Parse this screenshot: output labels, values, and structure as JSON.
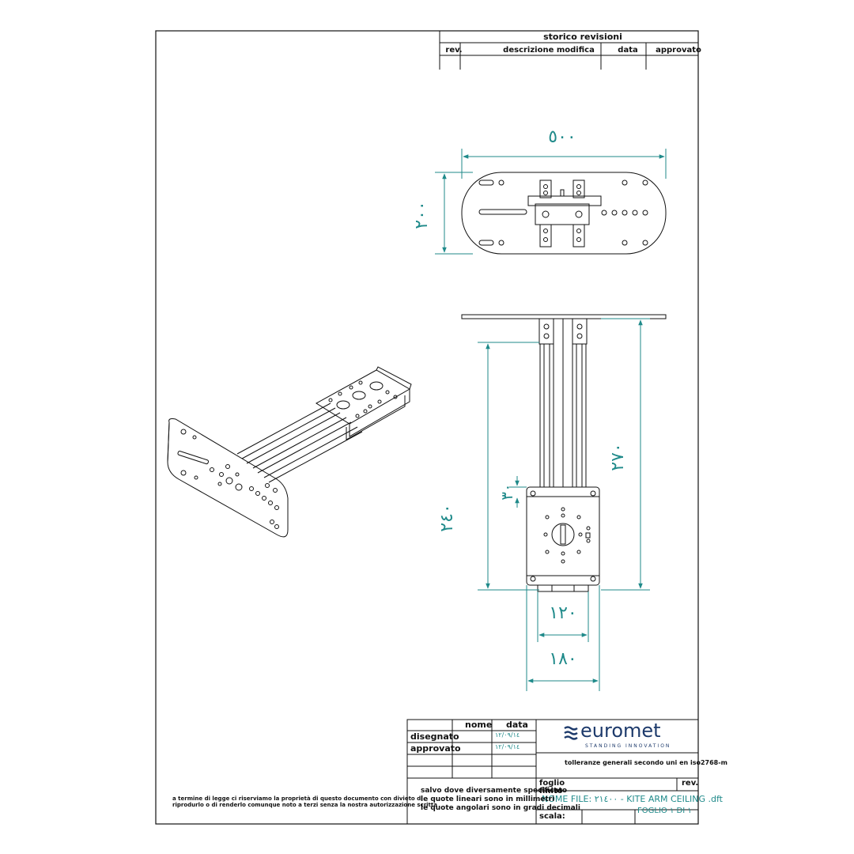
{
  "revision_table": {
    "title": "storico revisioni",
    "col_rev": "rev.",
    "col_description": "descrizione modifica",
    "col_date": "data",
    "col_approved": "approvato"
  },
  "dimensions": {
    "top_width": "٥٠٠",
    "top_height": "٢٠٠",
    "front_total": "٢٧٠",
    "front_inner": "٢٤٠",
    "front_small": "٣٠",
    "bottom_inner": "١٢٠",
    "bottom_outer": "١٨٠"
  },
  "title_block": {
    "hdr_name": "nome",
    "hdr_date": "data",
    "drawn_label": "disegnato",
    "approved_label": "approvato",
    "drawn_date": "١٢/٠٩/١٤",
    "approved_date": "١٢/٠٩/١٤",
    "brand": "euromet",
    "tagline": "STANDING INNOVATION",
    "tolerance_note": "tolleranze generali secondo uni en iso2768-m",
    "foglio_label": "foglio",
    "rev_label": "rev.",
    "file_label": "NOME FILE: ٢١٤٠٠ - KITE ARM CEILING .dft",
    "sheet_number": "FOGLIO ١ DI ١",
    "scale_label": "scala:",
    "note_line1": "salvo dove diversamente specificato",
    "note_line2": "le quote lineari sono in millimetri",
    "note_line3": "le quote angolari sono in gradi decimali",
    "finish_label": "finito"
  },
  "legal_note": {
    "line1": "a termine di legge ci riserviamo la proprietà di questo documento con divieto di",
    "line2": "riprodurlo o di renderlo comunque noto a terzi senza la nostra autorizzazione scritta"
  },
  "colors": {
    "dimension": "#1f8a8a",
    "line": "#111111"
  }
}
